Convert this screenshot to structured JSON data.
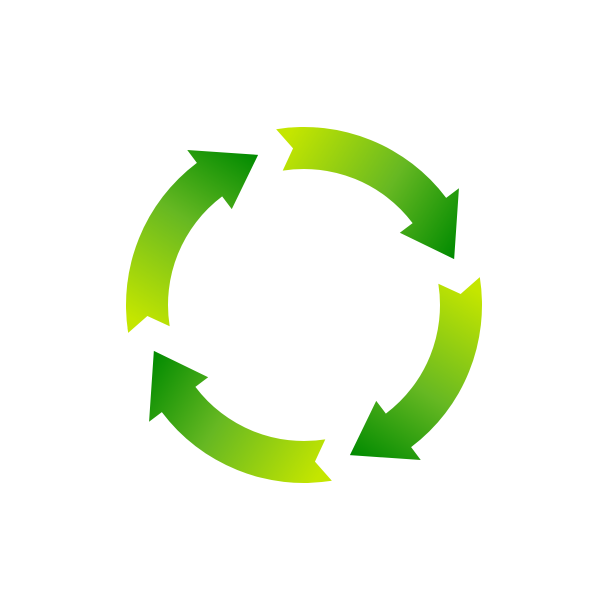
{
  "diagram": {
    "kind": "cycle",
    "direction": "clockwise",
    "arrow_count": 4,
    "colors": {
      "background": "#ffffff",
      "gradient_light": "#c4e600",
      "gradient_mid": "#66b822",
      "gradient_dark": "#008a00"
    },
    "arrows": [
      {
        "name": "top-arrow",
        "icon": "arrow-right-icon"
      },
      {
        "name": "right-arrow",
        "icon": "arrow-down-icon"
      },
      {
        "name": "bottom-arrow",
        "icon": "arrow-left-icon"
      },
      {
        "name": "left-arrow",
        "icon": "arrow-up-icon"
      }
    ]
  }
}
